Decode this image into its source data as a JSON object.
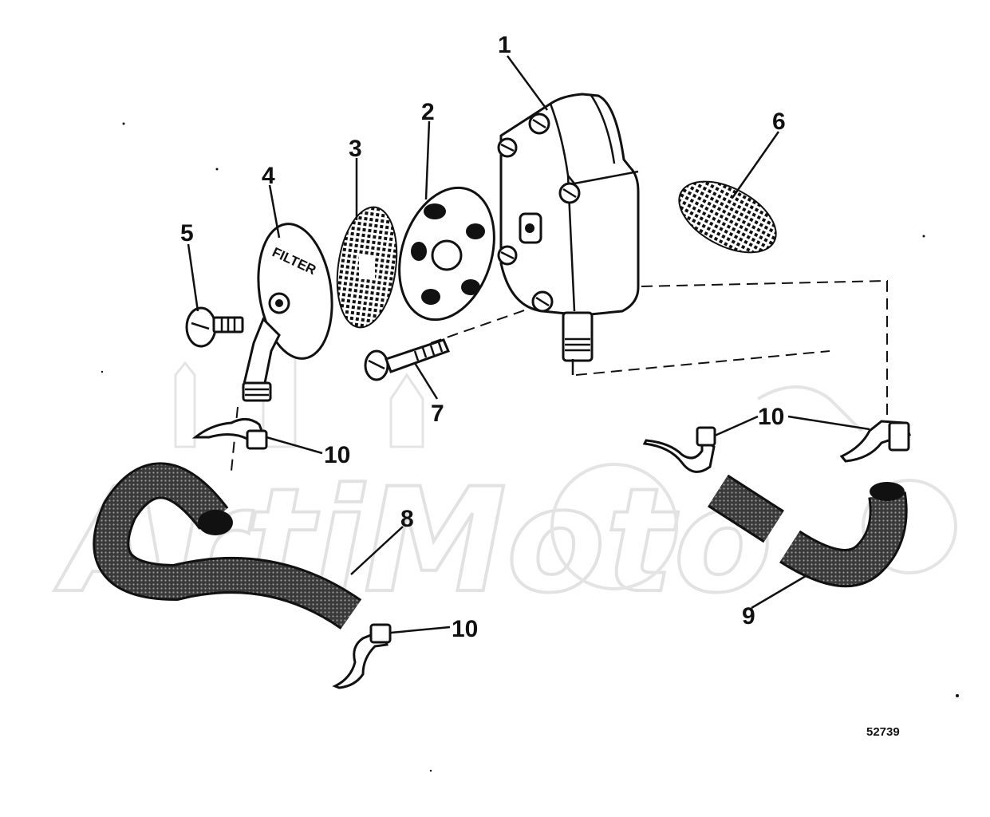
{
  "watermark": {
    "text": "ArtiMoto"
  },
  "figure_number": "52739",
  "filter_lettering": "FILTER",
  "callouts": [
    {
      "id": "1",
      "label": "1"
    },
    {
      "id": "2",
      "label": "2"
    },
    {
      "id": "3",
      "label": "3"
    },
    {
      "id": "4",
      "label": "4"
    },
    {
      "id": "5",
      "label": "5"
    },
    {
      "id": "6",
      "label": "6"
    },
    {
      "id": "7",
      "label": "7"
    },
    {
      "id": "8",
      "label": "8"
    },
    {
      "id": "9",
      "label": "9"
    },
    {
      "id": "10a",
      "label": "10"
    },
    {
      "id": "10b",
      "label": "10"
    },
    {
      "id": "10c",
      "label": "10"
    }
  ],
  "colors": {
    "ink": "#111111",
    "watermark": "#e2e2e2",
    "background": "#ffffff"
  }
}
